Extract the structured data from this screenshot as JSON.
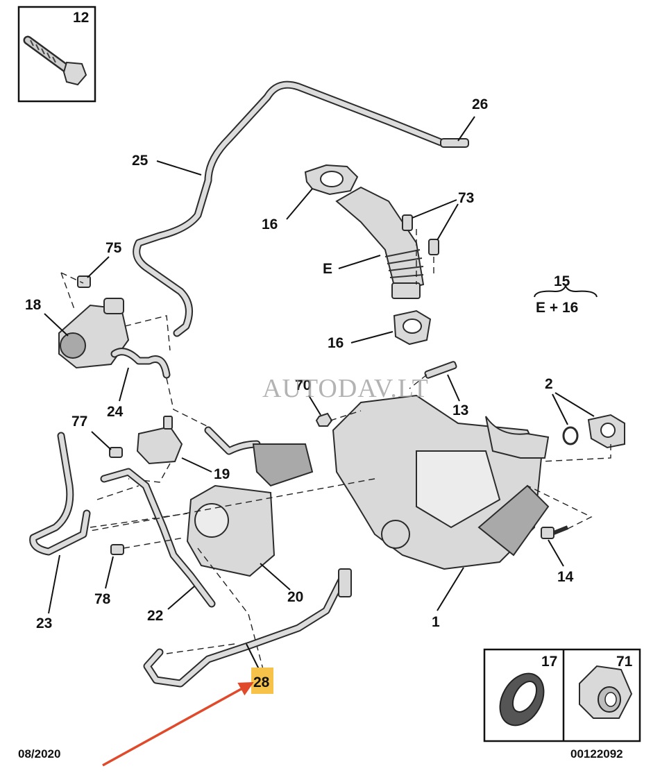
{
  "watermark": "AUTODAV.LT",
  "footer": {
    "date": "08/2020",
    "diagram_code": "00122092"
  },
  "formula": {
    "label": "15",
    "expression": "E + 16"
  },
  "callouts": {
    "p12": "12",
    "p26": "26",
    "p25": "25",
    "p16a": "16",
    "p73": "73",
    "p75": "75",
    "pE": "E",
    "p18": "18",
    "p16b": "16",
    "p24": "24",
    "p70": "70",
    "p13": "13",
    "p2": "2",
    "p77": "77",
    "p19": "19",
    "p23": "23",
    "p78": "78",
    "p20": "20",
    "p14": "14",
    "p22": "22",
    "p1": "1",
    "p28": "28",
    "p17": "17",
    "p71": "71"
  },
  "colors": {
    "highlight": "#f6c24a",
    "arrow": "#e0492a"
  }
}
